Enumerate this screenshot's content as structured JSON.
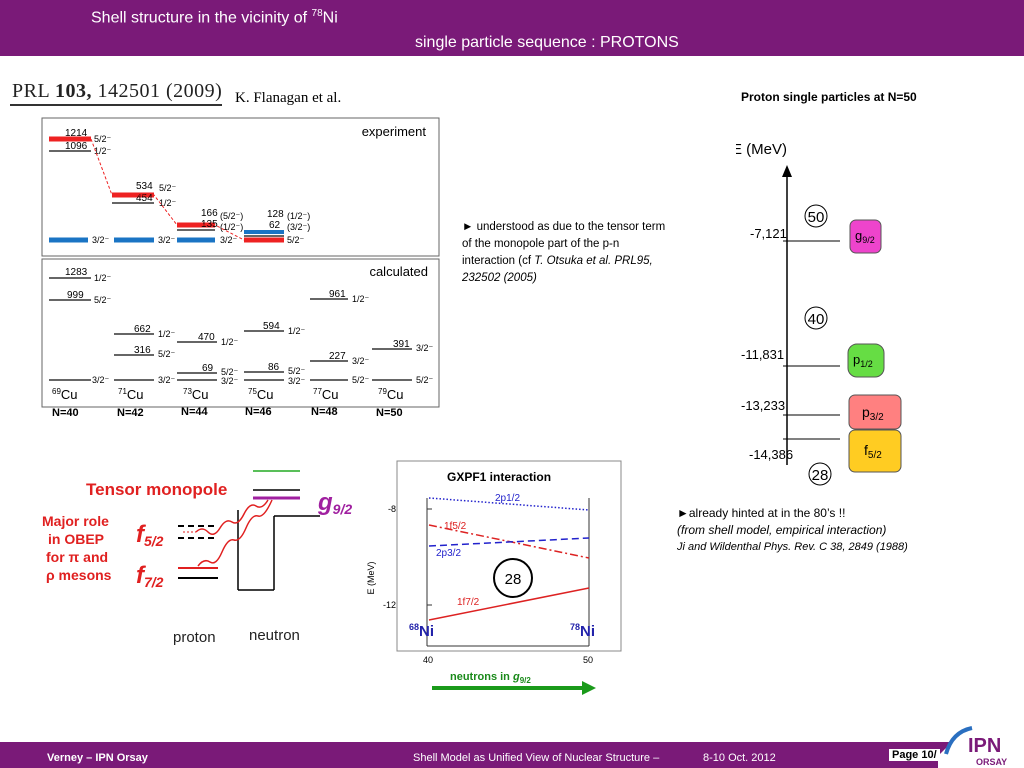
{
  "header": {
    "title_main": "Shell structure in the vicinity of ",
    "title_sup": "78",
    "title_tail": "Ni",
    "subtitle": "single particle sequence : PROTONS"
  },
  "footer": {
    "left": "Verney – IPN Orsay",
    "center": "Shell Model as Unified View of Nuclear Structure –",
    "date": "8-10 Oct. 2012",
    "page": "Page 10/"
  },
  "logo": {
    "text": "IPN",
    "sub": "ORSAY"
  },
  "reference": {
    "journal": "PRL",
    "volume": "103,",
    "article": "142501 (2009)",
    "author": "K. Flanagan et al."
  },
  "level_chart": {
    "exp_label": "experiment",
    "calc_label": "calculated",
    "n_labels": [
      "N=40",
      "N=42",
      "N=44",
      "N=46",
      "N=48",
      "N=50"
    ],
    "isotopes": [
      {
        "mass": "69",
        "el": "Cu"
      },
      {
        "mass": "71",
        "el": "Cu"
      },
      {
        "mass": "73",
        "el": "Cu"
      },
      {
        "mass": "75",
        "el": "Cu"
      },
      {
        "mass": "77",
        "el": "Cu"
      },
      {
        "mass": "79",
        "el": "Cu"
      }
    ],
    "experiment": [
      {
        "e": "1214",
        "j": "5/2⁻"
      },
      {
        "e": "1096",
        "j": "1/2⁻"
      },
      {
        "j": "3/2⁻"
      },
      {
        "e": "534",
        "j": "5/2⁻"
      },
      {
        "e": "454",
        "j": "1/2⁻"
      },
      {
        "j": "3/2⁻"
      },
      {
        "e": "166",
        "j": "(5/2⁻)"
      },
      {
        "e": "135",
        "j": "(1/2⁻)"
      },
      {
        "j": "3/2⁻"
      },
      {
        "e": "128",
        "j": "(1/2⁻)"
      },
      {
        "e": "62",
        "j": "(3/2⁻)"
      },
      {
        "j": "5/2⁻"
      }
    ],
    "calculated": [
      {
        "e": "1283",
        "j": "1/2⁻"
      },
      {
        "e": "999",
        "j": "5/2⁻"
      },
      {
        "j": "3/2⁻"
      },
      {
        "e": "662",
        "j": "1/2⁻"
      },
      {
        "e": "316",
        "j": "5/2⁻"
      },
      {
        "j": "3/2⁻"
      },
      {
        "e": "470",
        "j": "1/2⁻"
      },
      {
        "e": "69",
        "j": "5/2⁻"
      },
      {
        "j": "3/2⁻"
      },
      {
        "e": "594",
        "j": "1/2⁻"
      },
      {
        "e": "86",
        "j": "5/2⁻"
      },
      {
        "j": "3/2⁻"
      },
      {
        "e": "961",
        "j": "1/2⁻"
      },
      {
        "e": "227",
        "j": "3/2⁻"
      },
      {
        "j": "5/2⁻"
      },
      {
        "e": "391",
        "j": "3/2⁻"
      },
      {
        "j": "5/2⁻"
      }
    ]
  },
  "tensor_text": {
    "main": "► understood as due to the tensor term of the monopole part of the p-n interaction (cf ",
    "ref": "T. Otsuka et al. PRL95, 232502 (2005)"
  },
  "proton_sp": {
    "title": "Proton single particles at N=50",
    "axis_label": "E (MeV)",
    "levels": [
      {
        "energy": "-7,121",
        "orbital": "g",
        "sub": "9/2",
        "color": "#ee44cc"
      },
      {
        "energy": "-11,831",
        "orbital": "p",
        "sub": "1/2",
        "color": "#66dd44"
      },
      {
        "energy": "-13,233",
        "orbital": "p",
        "sub": "3/2",
        "color": "#ff8080"
      },
      {
        "energy": "-14,386",
        "orbital": "f",
        "sub": "5/2",
        "color": "#ffcc22"
      }
    ],
    "magic": [
      "50",
      "40",
      "28"
    ]
  },
  "hint_text": {
    "line1": "►already hinted at in the 80’s !!",
    "line2": "(from shell model, empirical interaction)",
    "line3": "Ji and Wildenthal  Phys. Rev. C 38, 2849 (1988)"
  },
  "tensor_diagram": {
    "title": "Tensor monopole",
    "role": [
      "Major role",
      "in OBEP",
      "for π and",
      "ρ mesons"
    ],
    "orbitals": [
      {
        "l": "f",
        "sub": "5/2"
      },
      {
        "l": "f",
        "sub": "7/2"
      },
      {
        "l": "g",
        "sub": "9/2"
      }
    ],
    "proton": "proton",
    "neutron": "neutron"
  },
  "gxpf1": {
    "title": "GXPF1 interaction",
    "ylabel": "E (MeV)",
    "yticks": [
      "-8",
      "-12"
    ],
    "xticks": [
      "40",
      "50"
    ],
    "series": [
      "2p1/2",
      "1f5/2",
      "2p3/2",
      "1f7/2"
    ],
    "magic": "28",
    "left_nucleus": {
      "mass": "68",
      "el": "Ni"
    },
    "right_nucleus": {
      "mass": "78",
      "el": "Ni"
    },
    "arrow_text": "neutrons in ",
    "arrow_orb": "g",
    "arrow_sub": "9/2"
  }
}
